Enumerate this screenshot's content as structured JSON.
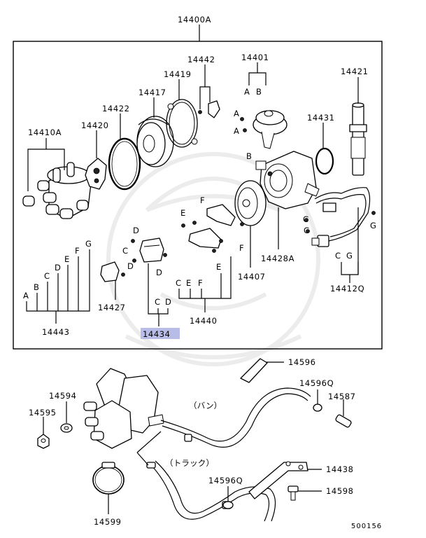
{
  "diagram": {
    "ref_code": "500156",
    "group_label": "14400A",
    "highlight_color": "#b7bde6",
    "callouts": {
      "p14442": "14442",
      "p14401": "14401",
      "p14419": "14419",
      "p14421": "14421",
      "p14417": "14417",
      "p14422": "14422",
      "p14431": "14431",
      "p14420": "14420",
      "p14410A": "14410A",
      "p14428A": "14428A",
      "p14407": "14407",
      "p14412Q": "14412Q",
      "p14427": "14427",
      "p14434": "14434",
      "p14440": "14440",
      "p14443": "14443",
      "p14596": "14596",
      "p14596Q_top": "14596Q",
      "p14594": "14594",
      "p14587": "14587",
      "p14595": "14595",
      "p14438": "14438",
      "p14596Q_bottom": "14596Q",
      "p14598": "14598",
      "p14599": "14599"
    },
    "letters": {
      "A": "A",
      "B": "B",
      "C": "C",
      "D": "D",
      "E": "E",
      "F": "F",
      "G": "G"
    },
    "notes": {
      "van": "（バン）",
      "truck": "（トラック）"
    }
  }
}
